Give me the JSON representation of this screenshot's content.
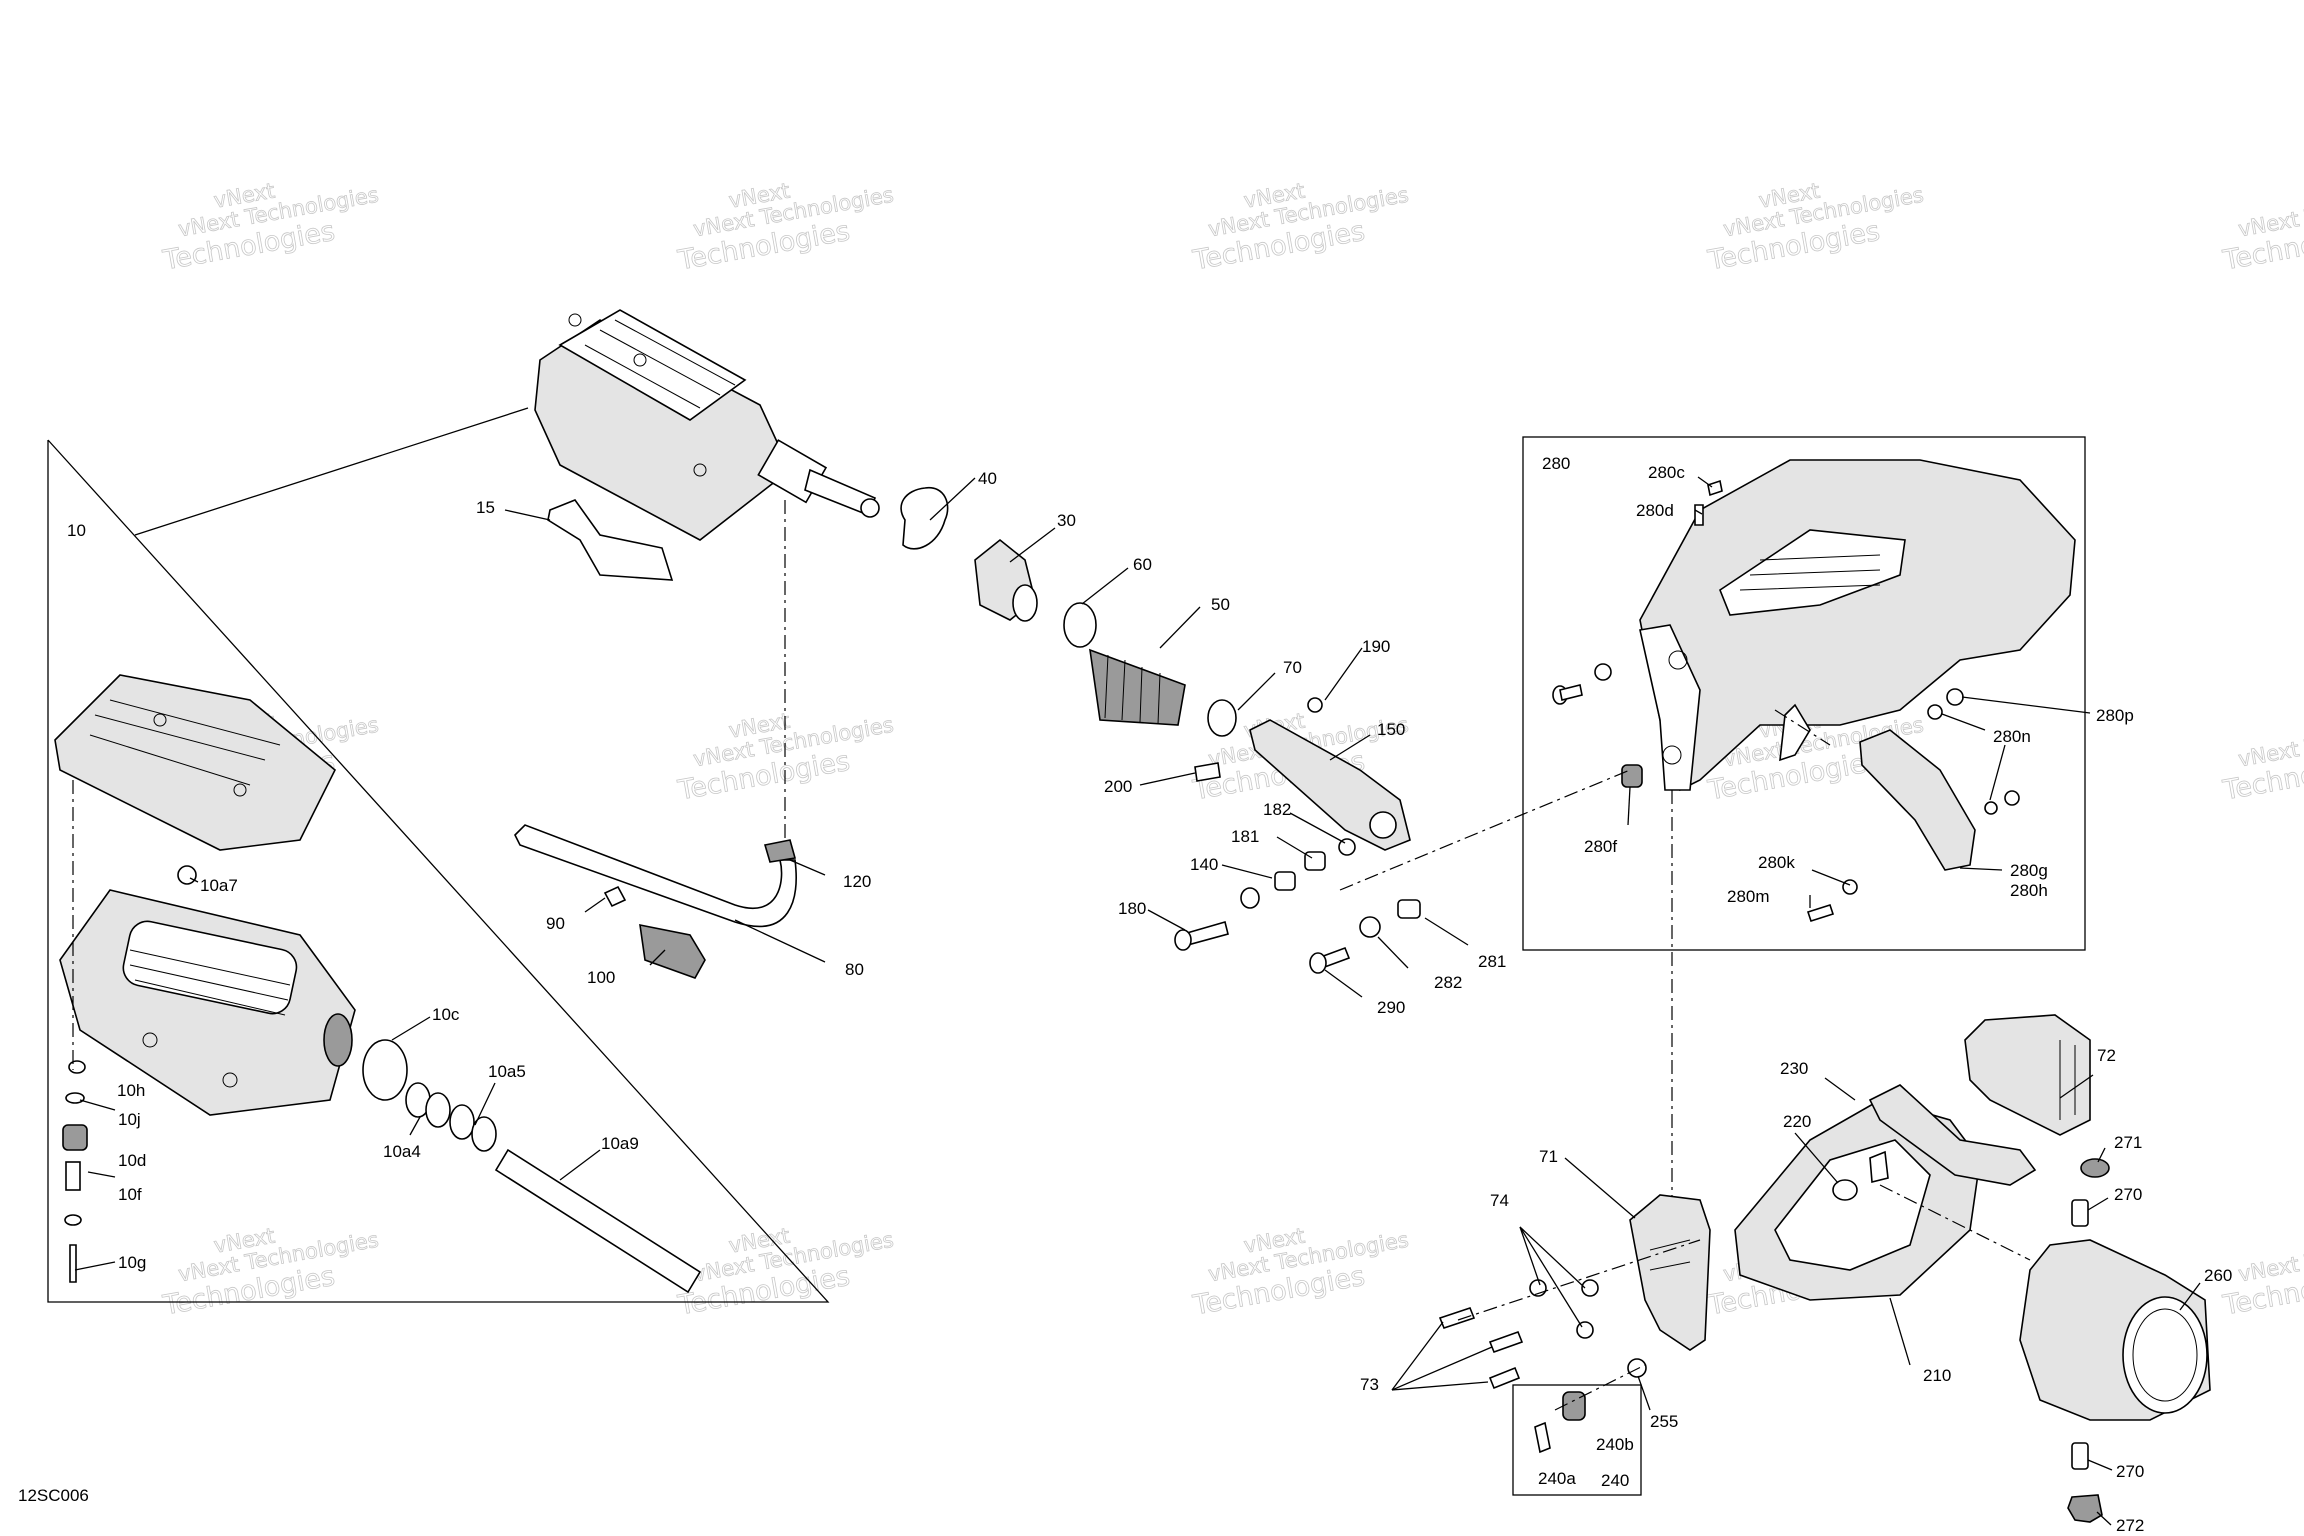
{
  "diagram": {
    "code": "12SC006",
    "watermark": {
      "line1": "vNext Technologies",
      "line2": "Technologies",
      "logo": "vNext"
    },
    "callouts": {
      "c10": "10",
      "c15": "15",
      "c30": "30",
      "c40": "40",
      "c50": "50",
      "c60": "60",
      "c70": "70",
      "c80": "80",
      "c90": "90",
      "c100": "100",
      "c120": "120",
      "c140": "140",
      "c150": "150",
      "c180": "180",
      "c181": "181",
      "c182": "182",
      "c190": "190",
      "c200": "200",
      "c10a7": "10a7",
      "c10c": "10c",
      "c10a5": "10a5",
      "c10a4": "10a4",
      "c10a9": "10a9",
      "c10h": "10h",
      "c10j": "10j",
      "c10d": "10d",
      "c10f": "10f",
      "c10g": "10g",
      "c280": "280",
      "c280c": "280c",
      "c280d": "280d",
      "c280f": "280f",
      "c280p": "280p",
      "c280n": "280n",
      "c280k": "280k",
      "c280m": "280m",
      "c280g": "280g",
      "c280h": "280h",
      "c281": "281",
      "c282": "282",
      "c290": "290",
      "c71": "71",
      "c72": "72",
      "c73": "73",
      "c74": "74",
      "c210": "210",
      "c220": "220",
      "c230": "230",
      "c240": "240",
      "c240a": "240a",
      "c240b": "240b",
      "c255": "255",
      "c260": "260",
      "c270a": "270",
      "c270b": "270",
      "c271": "271",
      "c272": "272"
    }
  }
}
